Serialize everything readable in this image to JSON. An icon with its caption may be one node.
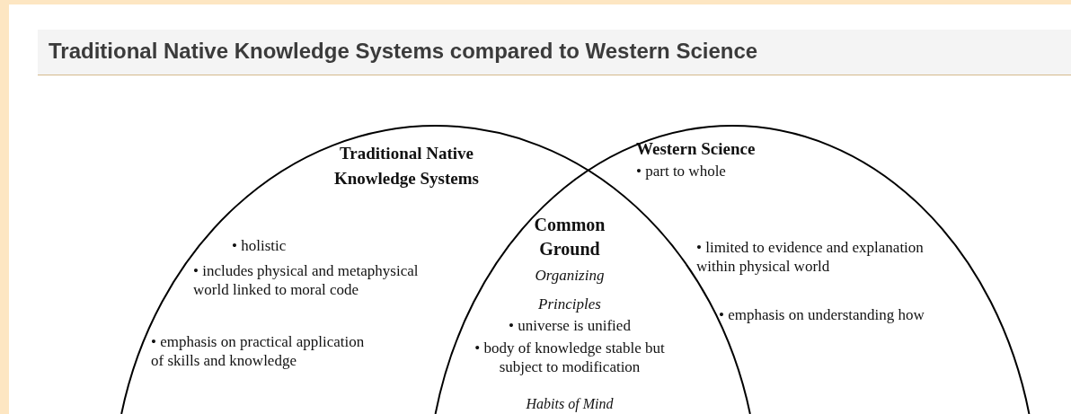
{
  "diagram": {
    "title": "Traditional Native Knowledge Systems compared to Western Science",
    "nodes": [
      {
        "text": [
          "Traditional Native Knowledge Systems",
          "• holistic",
          "• includes physical and metaphysical world linked to moral code",
          "• emphasis on practical application of skills and knowledge"
        ]
      },
      {
        "text": [
          "Western Science",
          "• part to whole",
          "• limited to evidence and explanation within physical world",
          "• emphasis on understanding how"
        ]
      }
    ],
    "labels": [
      "Common Ground",
      "Organizing Principles",
      "• universe is unified",
      "• body of knowledge stable but subject to modification",
      "Habits of Mind"
    ]
  }
}
